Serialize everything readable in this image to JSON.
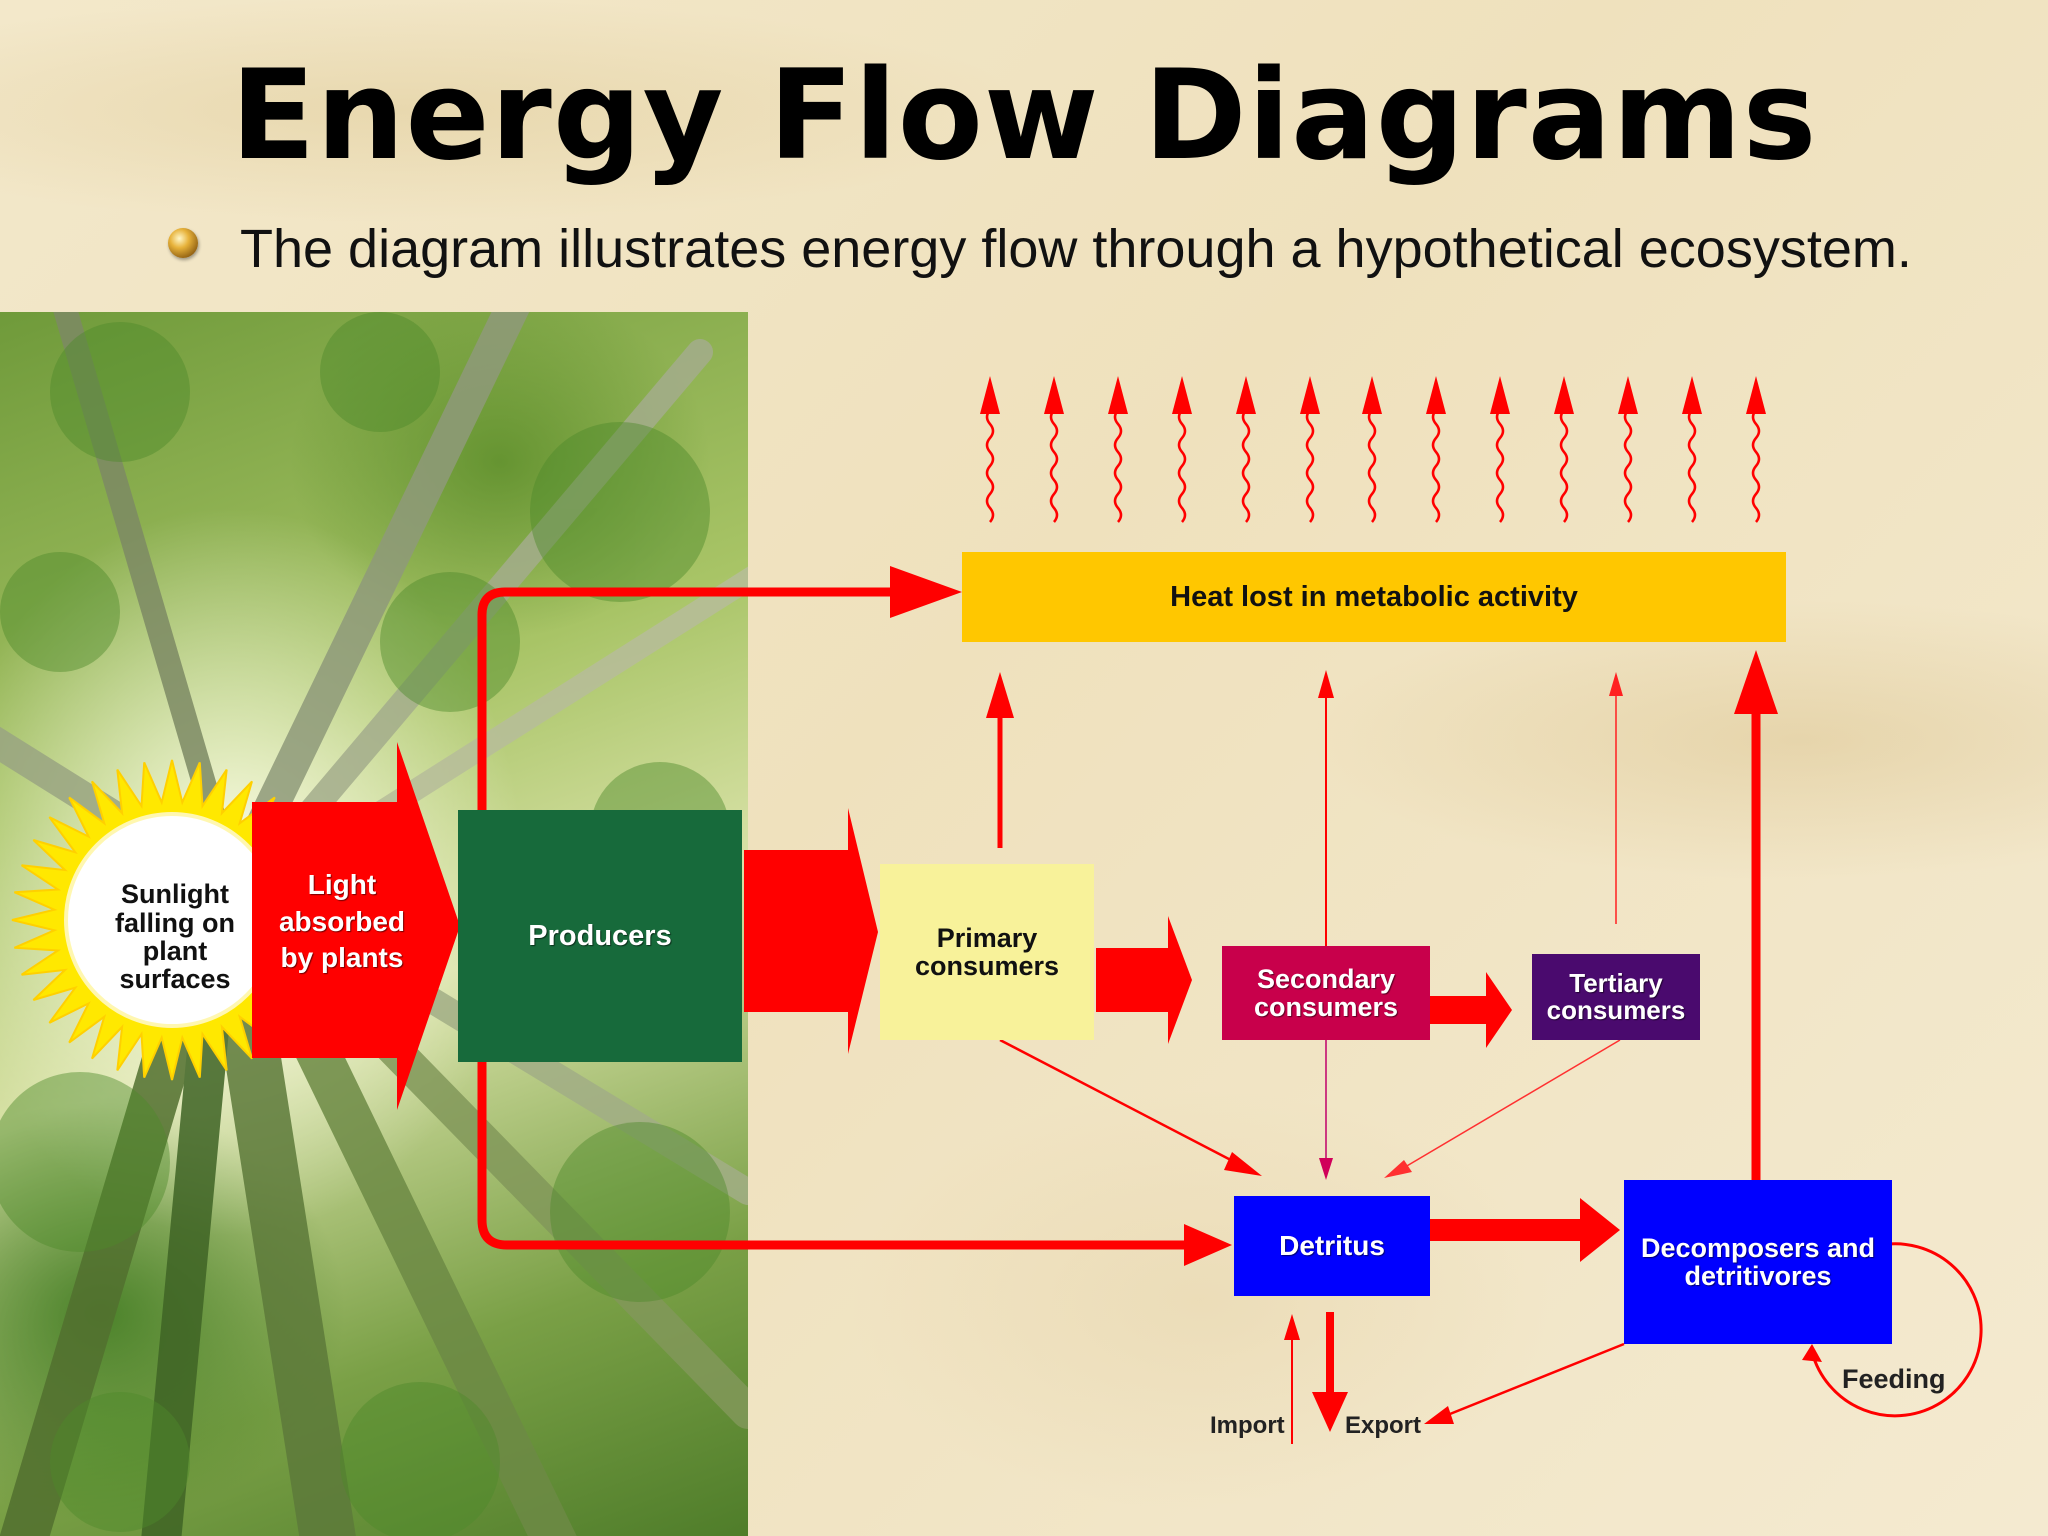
{
  "title": "Energy Flow Diagrams",
  "bullet": "The diagram illustrates energy flow through a hypothetical ecosystem.",
  "diagram": {
    "sunlight": "Sunlight falling on plant surfaces",
    "light_absorbed": "Light absorbed by plants",
    "producers": "Producers",
    "primary_consumers": "Primary consumers",
    "secondary_consumers": "Secondary consumers",
    "tertiary_consumers": "Tertiary consumers",
    "heat_lost": "Heat lost in metabolic activity",
    "detritus": "Detritus",
    "decomposers": "Decomposers and detritivores",
    "import": "Import",
    "export": "Export",
    "feeding": "Feeding"
  },
  "colors": {
    "arrow": "#ff0000",
    "producers": "#176a3b",
    "primary_consumers": "#f8f29a",
    "secondary_consumers": "#c8004b",
    "tertiary_consumers": "#4a0a6e",
    "heat": "#ffc700",
    "detritus": "#0000ff",
    "decomposers": "#0000ff",
    "sun": "#ffe800"
  }
}
